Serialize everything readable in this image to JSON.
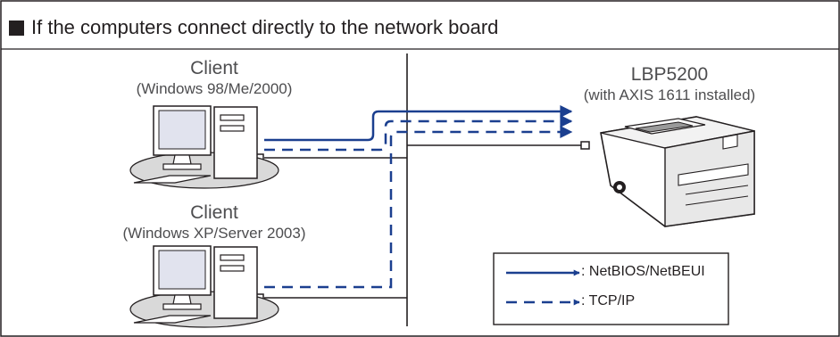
{
  "heading": {
    "text": "If the computers connect directly to the network board"
  },
  "client_top": {
    "name": "Client",
    "os": "(Windows 98/Me/2000)"
  },
  "client_bottom": {
    "name": "Client",
    "os": "(Windows XP/Server 2003)"
  },
  "printer": {
    "name": "LBP5200",
    "note": "(with AXIS 1611 installed)"
  },
  "legend": {
    "items": [
      {
        "style": "solid",
        "label": ": NetBIOS/NetBEUI"
      },
      {
        "style": "dashed",
        "label": ": TCP/IP"
      }
    ]
  },
  "colors": {
    "protocol_line": "#1b3f8f",
    "network_line": "#231f20",
    "text": "#4d4d4f",
    "disc": "#d9d9d9",
    "screen": "#e1e3ee"
  },
  "icons": [
    "computer-icon",
    "printer-icon",
    "connector-icon"
  ]
}
